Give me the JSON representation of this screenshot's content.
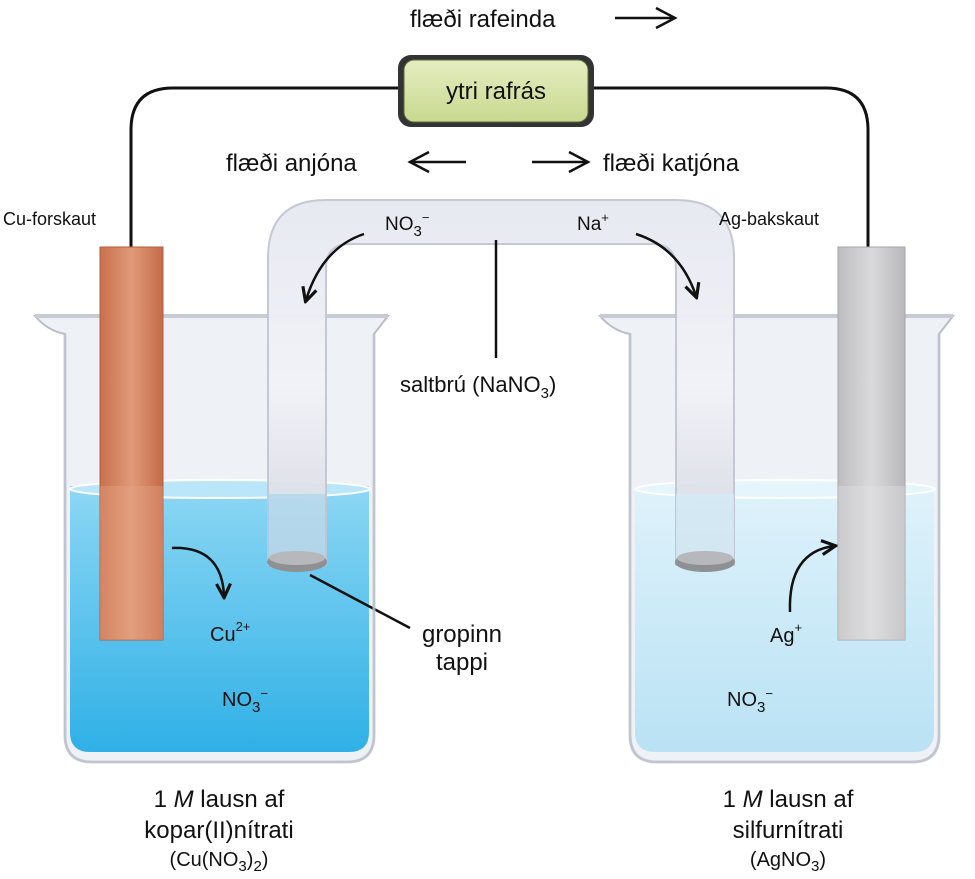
{
  "labels": {
    "electron_flow": "flæði rafeinda",
    "external_circuit": "ytri rafrás",
    "anion_flow": "flæði anjóna",
    "cation_flow": "flæði katjóna",
    "anode": "Cu-forskaut",
    "cathode": "Ag-bakskaut",
    "salt_bridge_ion_left": "NO",
    "salt_bridge_ion_left_sub": "3",
    "salt_bridge_ion_left_sup": "−",
    "salt_bridge_ion_right": "Na",
    "salt_bridge_ion_right_sup": "+",
    "salt_bridge_prefix": "saltbrú (NaNO",
    "salt_bridge_sub": "3",
    "salt_bridge_suffix": ")",
    "porous_plug_line1": "gropinn",
    "porous_plug_line2": "tappi",
    "cu_ion": "Cu",
    "cu_ion_sup": "2+",
    "ag_ion": "Ag",
    "ag_ion_sup": "+",
    "nitrate": "NO",
    "nitrate_sub": "3",
    "nitrate_sup": "−"
  },
  "left_beaker": {
    "molarity_num": "1 ",
    "molarity_unit": "M",
    "line1_suffix": " lausn af",
    "line2": "kopar(II)nítrati",
    "formula_a": "(Cu(NO",
    "formula_sub1": "3",
    "formula_b": ")",
    "formula_sub2": "2",
    "formula_c": ")"
  },
  "right_beaker": {
    "molarity_num": "1 ",
    "molarity_unit": "M",
    "line1_suffix": " lausn af",
    "line2": "silfurnítrati",
    "formula_a": "(AgNO",
    "formula_sub1": "3",
    "formula_c": ")"
  },
  "colors": {
    "copper": "#d98663",
    "silver": "#c9c9cb",
    "cu_solution": "#4dbbe8",
    "ag_solution": "#c4e6f5",
    "circuit_box": "#d6e3a8"
  }
}
